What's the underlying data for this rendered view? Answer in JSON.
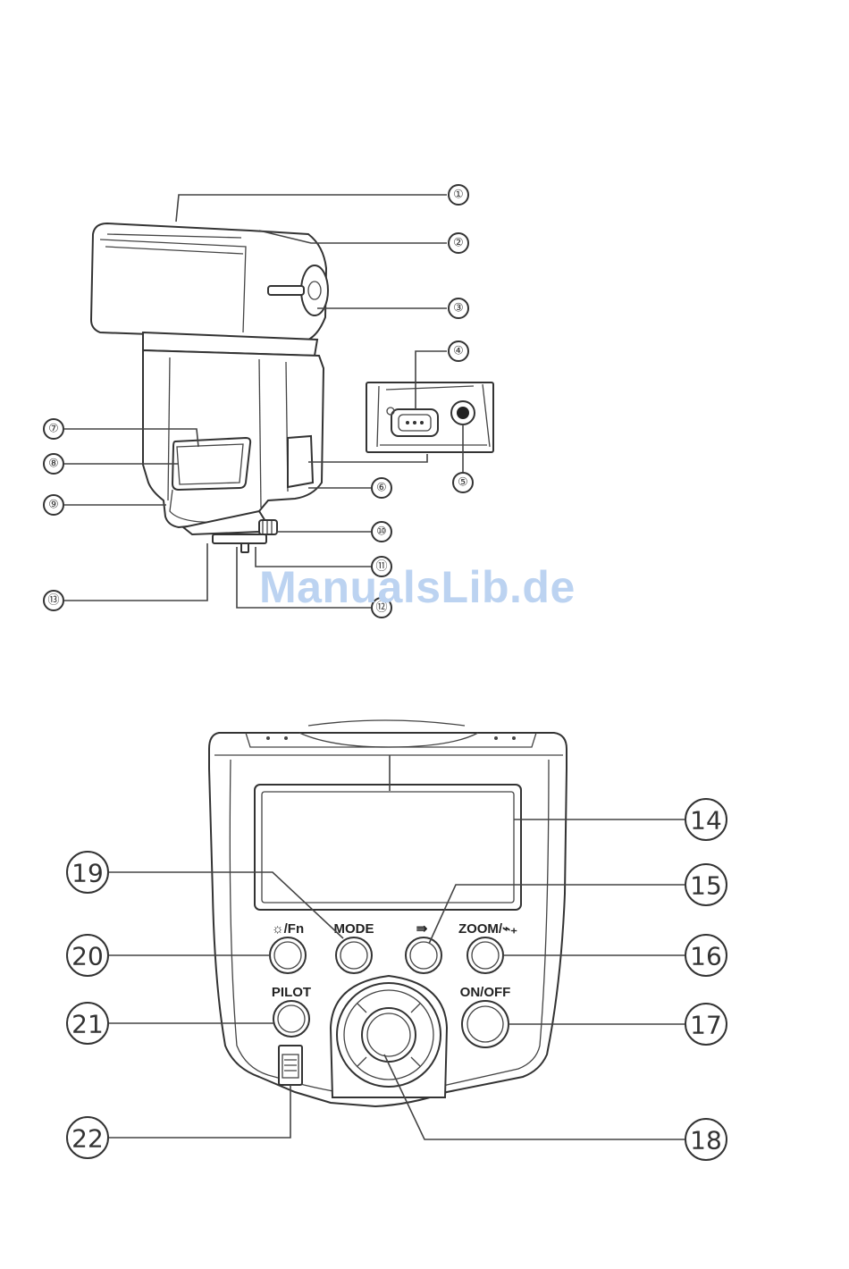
{
  "watermark": "ManualsLib.de",
  "side_view": {
    "callouts": [
      "①",
      "②",
      "③",
      "④",
      "⑤",
      "⑥",
      "⑦",
      "⑧",
      "⑨",
      "⑩",
      "⑪",
      "⑫",
      "⑬"
    ]
  },
  "back_view": {
    "callouts": [
      "14",
      "15",
      "16",
      "17",
      "18",
      "19",
      "20",
      "21",
      "22"
    ],
    "button_labels": {
      "fn": "☼/Fn",
      "mode": "MODE",
      "multi": "⇛",
      "zoom": "ZOOM/⌁₊",
      "pilot": "PILOT",
      "onoff": "ON/OFF"
    }
  }
}
